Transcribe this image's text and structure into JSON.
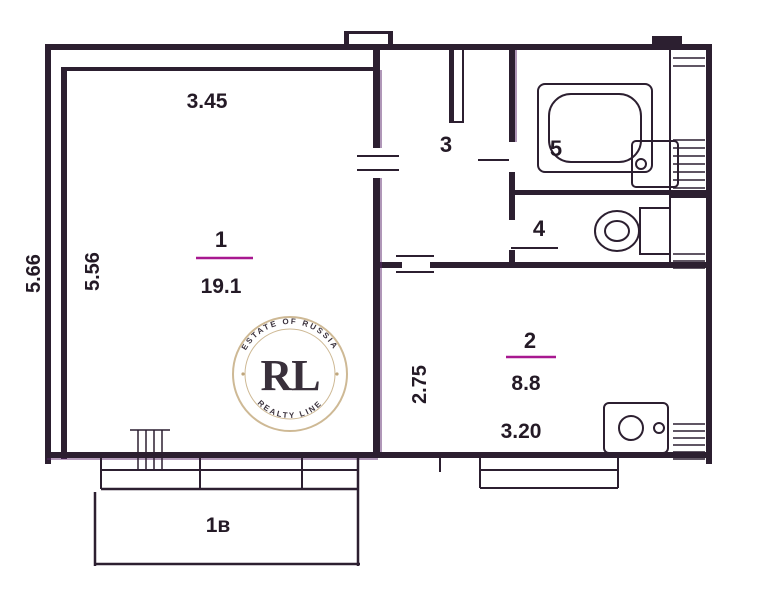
{
  "plan": {
    "labels": {
      "r1_num": "1",
      "r1_area": "19.1",
      "r1_w": "3.45",
      "r1_h": "5.56",
      "outer_h": "5.66",
      "r2_num": "2",
      "r2_area": "8.8",
      "r2_w": "3.20",
      "r2_h": "2.75",
      "r3_num": "3",
      "r4_num": "4",
      "r5_num": "5",
      "balcony": "1в"
    },
    "fixtures": [
      "bathtub",
      "washbasin",
      "toilet",
      "kitchen-sink",
      "radiator"
    ],
    "colors": {
      "ink": "#2c1f30",
      "purple": "#5d2a6e",
      "magenta": "#a81890",
      "gold": "#c49a3c",
      "tan": "#b99d6e"
    }
  },
  "watermark": {
    "monogram": "RL",
    "arc_top": "ESTATE OF RUSSIA",
    "arc_bottom": "REALTY LINE"
  }
}
